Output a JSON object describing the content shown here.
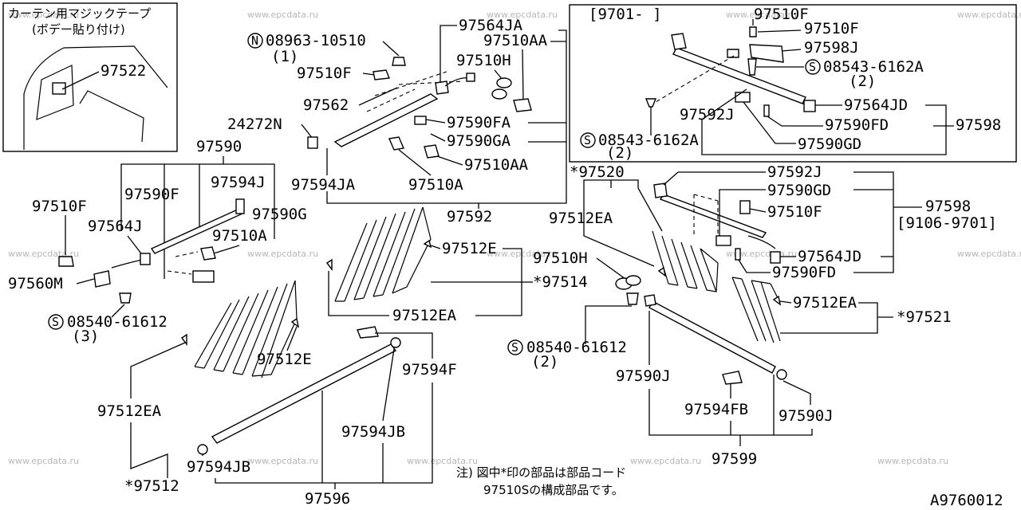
{
  "inset": {
    "caption_line1": "カーテン用マジックテープ",
    "caption_line2": "(ボデー貼り付け)",
    "part": "97522"
  },
  "top_right_box": {
    "date_range": "[9701-      ]",
    "labels": [
      "97510F",
      "97510F",
      "97598J",
      "08543-6162A",
      "(2)",
      "97564JD",
      "97592J",
      "97590FD",
      "97598",
      "08543-6162A",
      "(2)",
      "97590GD"
    ]
  },
  "labels": {
    "l08963": "08963-10510",
    "l08963q": "(1)",
    "l97564JA": "97564JA",
    "l97510AA_a": "97510AA",
    "l97510H_a": "97510H",
    "l97510F_a": "97510F",
    "l97562": "97562",
    "l97590FA": "97590FA",
    "l24272N": "24272N",
    "l97590GA": "97590GA",
    "l97510AA_b": "97510AA",
    "l97590": "97590",
    "l97594JA": "97594JA",
    "l97510A_a": "97510A",
    "l97590F": "97590F",
    "l97594J": "97594J",
    "l97592": "97592",
    "l97510F_b": "97510F",
    "l97590G": "97590G",
    "l97564J": "97564J",
    "l97510A_b": "97510A",
    "l97560M": "97560M",
    "l08540a": "08540-61612",
    "l08540aq": "(3)",
    "l97512E_a": "97512E",
    "l97514": "*97514",
    "l97512EA_a": "97512EA",
    "l97512E_b": "97512E",
    "l97594F": "97594F",
    "l97512EA_b": "97512EA",
    "l97594JB_a": "97594JB",
    "l97594JB_b": "97594JB",
    "l97512": "*97512",
    "l97596": "97596",
    "l97520": "*97520",
    "l97592J": "97592J",
    "l97590GD": "97590GD",
    "l97512EA_c": "97512EA",
    "l97510F_c": "97510F",
    "l97598": "97598",
    "l9106": "[9106-9701]",
    "l97510H_b": "97510H",
    "l97564JD": "97564JD",
    "l97590FD": "97590FD",
    "l97512EA_d": "97512EA",
    "l97521": "*97521",
    "l08540b": "08540-61612",
    "l08540bq": "(2)",
    "l97590J_a": "97590J",
    "l97594FB": "97594FB",
    "l97590J_b": "97590J",
    "l97599": "97599",
    "note1": "注) 図中*印の部品は部品コード",
    "note2": "97510Sの構成部品です。",
    "fig_id": "A9760012",
    "watermark": "www.epcdata.ru"
  },
  "symbols": {
    "N": "N",
    "S": "S"
  }
}
